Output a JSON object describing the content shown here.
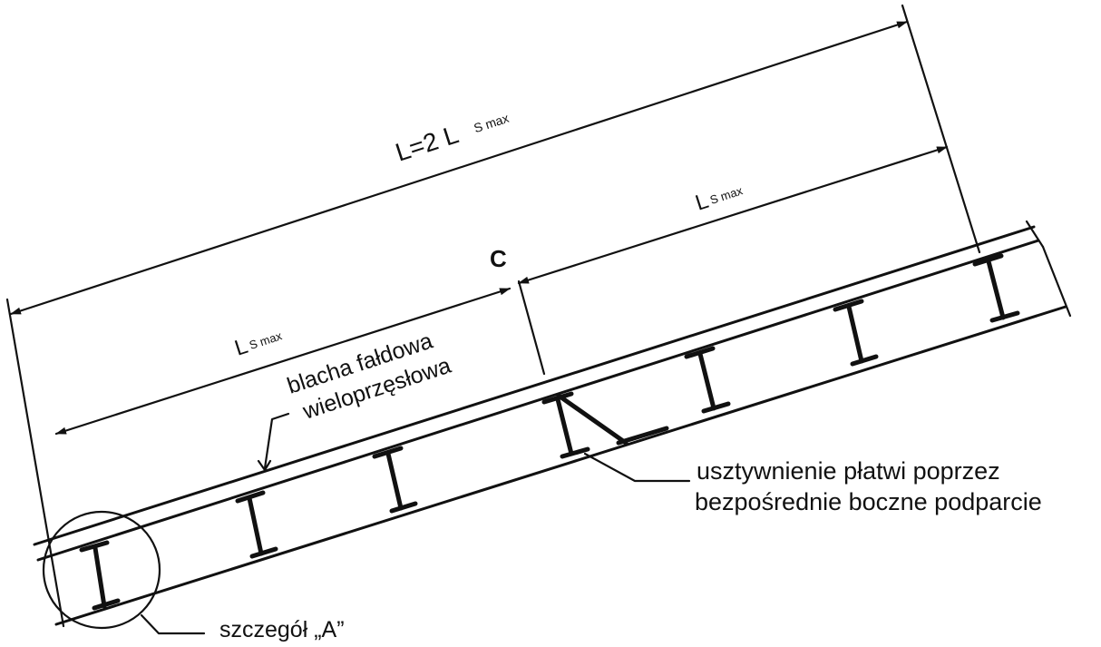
{
  "colors": {
    "ink": "#111111",
    "paper": "#ffffff"
  },
  "dims": {
    "total": {
      "main": "L=2 L",
      "sub": "S max"
    },
    "right_span": {
      "main": "L",
      "sub": "S max"
    },
    "left_span": {
      "main": "L",
      "sub": "S max"
    },
    "point_c": "C"
  },
  "labels": {
    "sheet_line1": "blacha fałdowa",
    "sheet_line2": "wieloprzęsłowa",
    "bracing_line1": "usztywnienie płatwi poprzez",
    "bracing_line2": "bezpośrednie boczne podparcie",
    "detail": "szczegół „A”"
  },
  "icons": {
    "arrowhead": "dimension-arrow-icon"
  }
}
